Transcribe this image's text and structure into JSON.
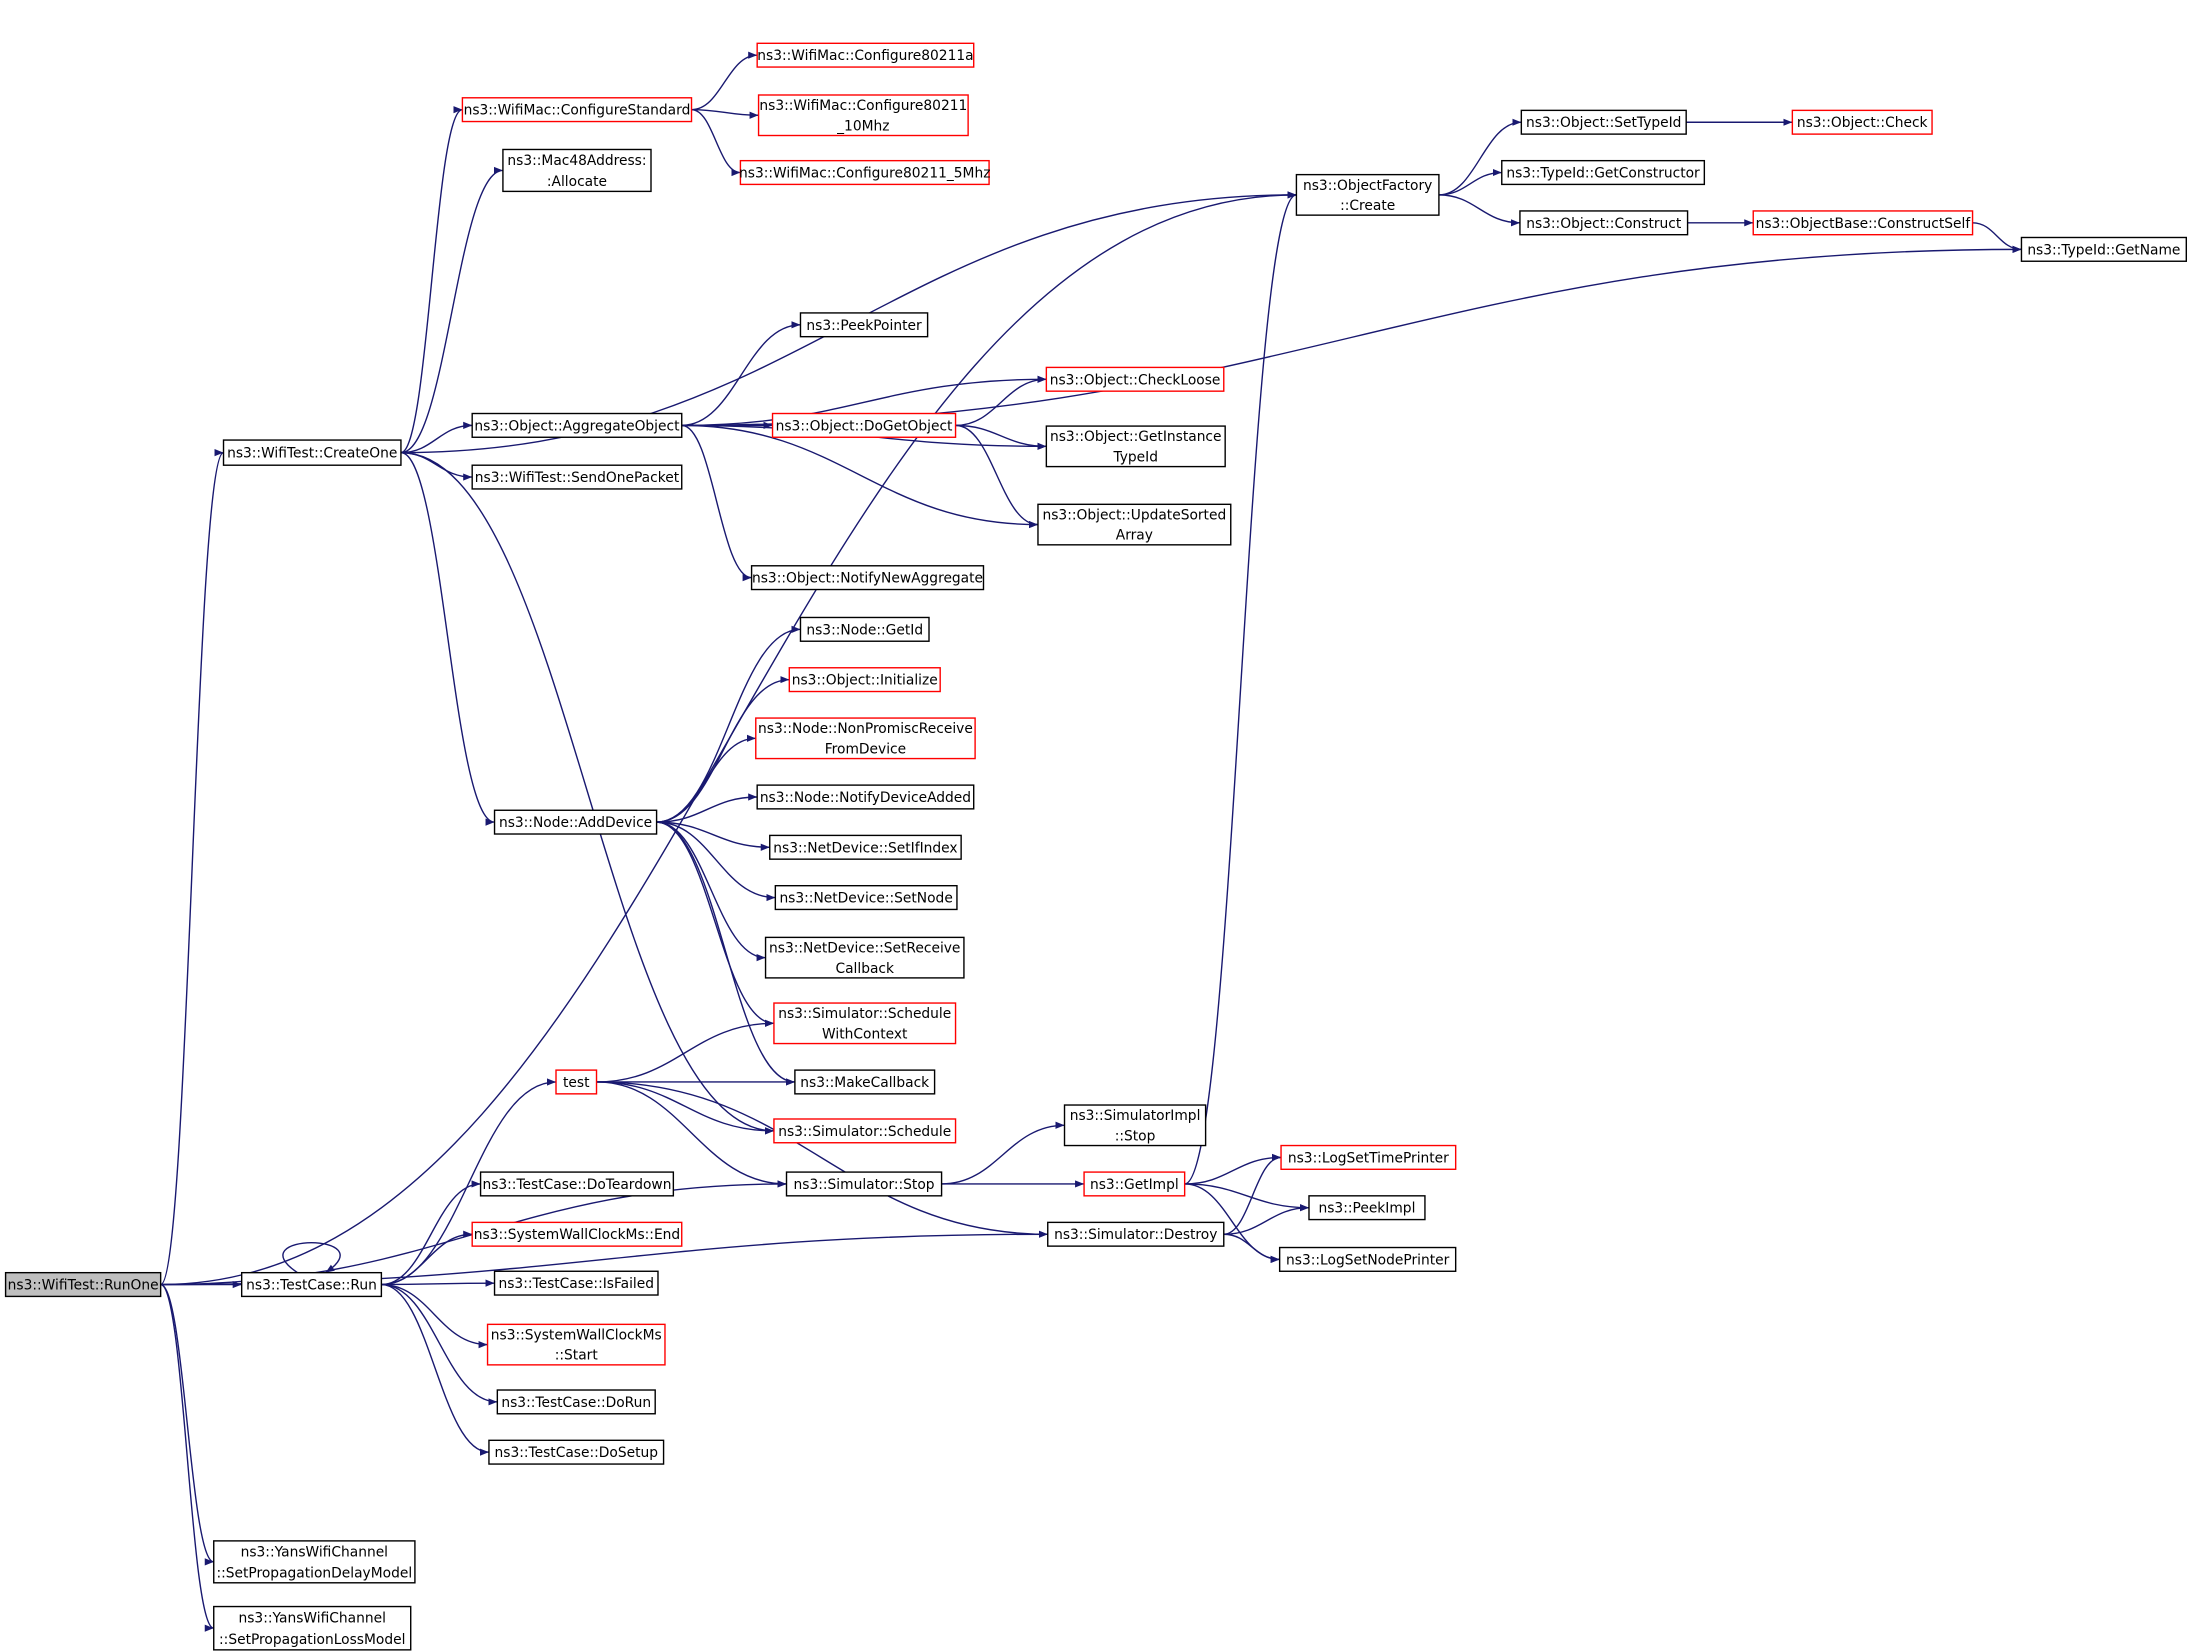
{
  "graph": {
    "line_color": "#191970",
    "box_border_default": "#000000",
    "box_border_truncated": "#ff0000",
    "root_fill": "#bfbfbf",
    "nodes": [
      {
        "id": "runone",
        "lines": [
          "ns3::WifiTest::RunOne"
        ],
        "border": "black",
        "root": true
      },
      {
        "id": "createone",
        "lines": [
          "ns3::WifiTest::CreateOne"
        ],
        "border": "black"
      },
      {
        "id": "testcase_run",
        "lines": [
          "ns3::TestCase::Run"
        ],
        "border": "black"
      },
      {
        "id": "yans_delay",
        "lines": [
          "ns3::YansWifiChannel",
          "::SetPropagationDelayModel"
        ],
        "border": "black"
      },
      {
        "id": "yans_loss",
        "lines": [
          "ns3::YansWifiChannel",
          "::SetPropagationLossModel"
        ],
        "border": "black"
      },
      {
        "id": "configstd",
        "lines": [
          "ns3::WifiMac::ConfigureStandard"
        ],
        "border": "red"
      },
      {
        "id": "mac48",
        "lines": [
          "ns3::Mac48Address:",
          ":Allocate"
        ],
        "border": "black"
      },
      {
        "id": "aggobj",
        "lines": [
          "ns3::Object::AggregateObject"
        ],
        "border": "black"
      },
      {
        "id": "sendone",
        "lines": [
          "ns3::WifiTest::SendOnePacket"
        ],
        "border": "black"
      },
      {
        "id": "adddevice",
        "lines": [
          "ns3::Node::AddDevice"
        ],
        "border": "black"
      },
      {
        "id": "test",
        "lines": [
          "test"
        ],
        "border": "red"
      },
      {
        "id": "teardown",
        "lines": [
          "ns3::TestCase::DoTeardown"
        ],
        "border": "black"
      },
      {
        "id": "swc_end",
        "lines": [
          "ns3::SystemWallClockMs::End"
        ],
        "border": "red"
      },
      {
        "id": "isfailed",
        "lines": [
          "ns3::TestCase::IsFailed"
        ],
        "border": "black"
      },
      {
        "id": "swc_start",
        "lines": [
          "ns3::SystemWallClockMs",
          "::Start"
        ],
        "border": "red"
      },
      {
        "id": "dorun",
        "lines": [
          "ns3::TestCase::DoRun"
        ],
        "border": "black"
      },
      {
        "id": "dosetup",
        "lines": [
          "ns3::TestCase::DoSetup"
        ],
        "border": "black"
      },
      {
        "id": "cfg_a",
        "lines": [
          "ns3::WifiMac::Configure80211a"
        ],
        "border": "red"
      },
      {
        "id": "cfg_10",
        "lines": [
          "ns3::WifiMac::Configure80211",
          "_10Mhz"
        ],
        "border": "red"
      },
      {
        "id": "cfg_5",
        "lines": [
          "ns3::WifiMac::Configure80211_5Mhz"
        ],
        "border": "red"
      },
      {
        "id": "peekptr",
        "lines": [
          "ns3::PeekPointer"
        ],
        "border": "black"
      },
      {
        "id": "checkloose",
        "lines": [
          "ns3::Object::CheckLoose"
        ],
        "border": "red"
      },
      {
        "id": "dogetobj",
        "lines": [
          "ns3::Object::DoGetObject"
        ],
        "border": "red"
      },
      {
        "id": "getinst",
        "lines": [
          "ns3::Object::GetInstance",
          "TypeId"
        ],
        "border": "black"
      },
      {
        "id": "updsorted",
        "lines": [
          "ns3::Object::UpdateSorted",
          "Array"
        ],
        "border": "black"
      },
      {
        "id": "notifynewagg",
        "lines": [
          "ns3::Object::NotifyNewAggregate"
        ],
        "border": "black"
      },
      {
        "id": "getid",
        "lines": [
          "ns3::Node::GetId"
        ],
        "border": "black"
      },
      {
        "id": "initialize",
        "lines": [
          "ns3::Object::Initialize"
        ],
        "border": "red"
      },
      {
        "id": "nonpromisc",
        "lines": [
          "ns3::Node::NonPromiscReceive",
          "FromDevice"
        ],
        "border": "red"
      },
      {
        "id": "notifydev",
        "lines": [
          "ns3::Node::NotifyDeviceAdded"
        ],
        "border": "black"
      },
      {
        "id": "setifindex",
        "lines": [
          "ns3::NetDevice::SetIfIndex"
        ],
        "border": "black"
      },
      {
        "id": "setnode",
        "lines": [
          "ns3::NetDevice::SetNode"
        ],
        "border": "black"
      },
      {
        "id": "setrecv",
        "lines": [
          "ns3::NetDevice::SetReceive",
          "Callback"
        ],
        "border": "black"
      },
      {
        "id": "schedctx",
        "lines": [
          "ns3::Simulator::Schedule",
          "WithContext"
        ],
        "border": "red"
      },
      {
        "id": "makecb",
        "lines": [
          "ns3::MakeCallback"
        ],
        "border": "black"
      },
      {
        "id": "schedule",
        "lines": [
          "ns3::Simulator::Schedule"
        ],
        "border": "red"
      },
      {
        "id": "simstop",
        "lines": [
          "ns3::Simulator::Stop"
        ],
        "border": "black"
      },
      {
        "id": "simdestroy",
        "lines": [
          "ns3::Simulator::Destroy"
        ],
        "border": "black"
      },
      {
        "id": "simimplstop",
        "lines": [
          "ns3::SimulatorImpl",
          "::Stop"
        ],
        "border": "black"
      },
      {
        "id": "getimpl",
        "lines": [
          "ns3::GetImpl"
        ],
        "border": "red"
      },
      {
        "id": "objfactory",
        "lines": [
          "ns3::ObjectFactory",
          "::Create"
        ],
        "border": "black"
      },
      {
        "id": "settypeid",
        "lines": [
          "ns3::Object::SetTypeId"
        ],
        "border": "black"
      },
      {
        "id": "getctor",
        "lines": [
          "ns3::TypeId::GetConstructor"
        ],
        "border": "black"
      },
      {
        "id": "construct",
        "lines": [
          "ns3::Object::Construct"
        ],
        "border": "black"
      },
      {
        "id": "check",
        "lines": [
          "ns3::Object::Check"
        ],
        "border": "red"
      },
      {
        "id": "constructself",
        "lines": [
          "ns3::ObjectBase::ConstructSelf"
        ],
        "border": "red"
      },
      {
        "id": "getname",
        "lines": [
          "ns3::TypeId::GetName"
        ],
        "border": "black"
      },
      {
        "id": "logtime",
        "lines": [
          "ns3::LogSetTimePrinter"
        ],
        "border": "red"
      },
      {
        "id": "peekimpl",
        "lines": [
          "ns3::PeekImpl"
        ],
        "border": "black"
      },
      {
        "id": "lognode",
        "lines": [
          "ns3::LogSetNodePrinter"
        ],
        "border": "black"
      }
    ],
    "edges": [
      [
        "runone",
        "objfactory"
      ],
      [
        "runone",
        "createone"
      ],
      [
        "runone",
        "testcase_run"
      ],
      [
        "runone",
        "simstop"
      ],
      [
        "runone",
        "simdestroy"
      ],
      [
        "runone",
        "yans_delay"
      ],
      [
        "runone",
        "yans_loss"
      ],
      [
        "createone",
        "configstd"
      ],
      [
        "createone",
        "mac48"
      ],
      [
        "createone",
        "objfactory"
      ],
      [
        "createone",
        "aggobj"
      ],
      [
        "createone",
        "sendone"
      ],
      [
        "createone",
        "adddevice"
      ],
      [
        "createone",
        "schedule"
      ],
      [
        "configstd",
        "cfg_a"
      ],
      [
        "configstd",
        "cfg_10"
      ],
      [
        "configstd",
        "cfg_5"
      ],
      [
        "aggobj",
        "getname"
      ],
      [
        "aggobj",
        "peekptr"
      ],
      [
        "aggobj",
        "checkloose"
      ],
      [
        "aggobj",
        "dogetobj"
      ],
      [
        "aggobj",
        "getinst"
      ],
      [
        "aggobj",
        "updsorted"
      ],
      [
        "aggobj",
        "notifynewagg"
      ],
      [
        "dogetobj",
        "checkloose"
      ],
      [
        "dogetobj",
        "getinst"
      ],
      [
        "dogetobj",
        "updsorted"
      ],
      [
        "adddevice",
        "getid"
      ],
      [
        "adddevice",
        "initialize"
      ],
      [
        "adddevice",
        "nonpromisc"
      ],
      [
        "adddevice",
        "notifydev"
      ],
      [
        "adddevice",
        "setifindex"
      ],
      [
        "adddevice",
        "setnode"
      ],
      [
        "adddevice",
        "setrecv"
      ],
      [
        "adddevice",
        "schedctx"
      ],
      [
        "adddevice",
        "makecb"
      ],
      [
        "test",
        "schedctx"
      ],
      [
        "test",
        "makecb"
      ],
      [
        "test",
        "schedule"
      ],
      [
        "test",
        "simstop"
      ],
      [
        "test",
        "simdestroy"
      ],
      [
        "testcase_run",
        "test"
      ],
      [
        "testcase_run",
        "testcase_run"
      ],
      [
        "testcase_run",
        "teardown"
      ],
      [
        "testcase_run",
        "swc_end"
      ],
      [
        "testcase_run",
        "isfailed"
      ],
      [
        "testcase_run",
        "swc_start"
      ],
      [
        "testcase_run",
        "dorun"
      ],
      [
        "testcase_run",
        "dosetup"
      ],
      [
        "simstop",
        "simimplstop"
      ],
      [
        "simstop",
        "getimpl"
      ],
      [
        "simdestroy",
        "logtime"
      ],
      [
        "simdestroy",
        "peekimpl"
      ],
      [
        "simdestroy",
        "lognode"
      ],
      [
        "getimpl",
        "objfactory"
      ],
      [
        "getimpl",
        "logtime"
      ],
      [
        "getimpl",
        "peekimpl"
      ],
      [
        "getimpl",
        "lognode"
      ],
      [
        "objfactory",
        "settypeid"
      ],
      [
        "objfactory",
        "getctor"
      ],
      [
        "objfactory",
        "construct"
      ],
      [
        "settypeid",
        "check"
      ],
      [
        "construct",
        "constructself"
      ],
      [
        "constructself",
        "getname"
      ]
    ]
  }
}
